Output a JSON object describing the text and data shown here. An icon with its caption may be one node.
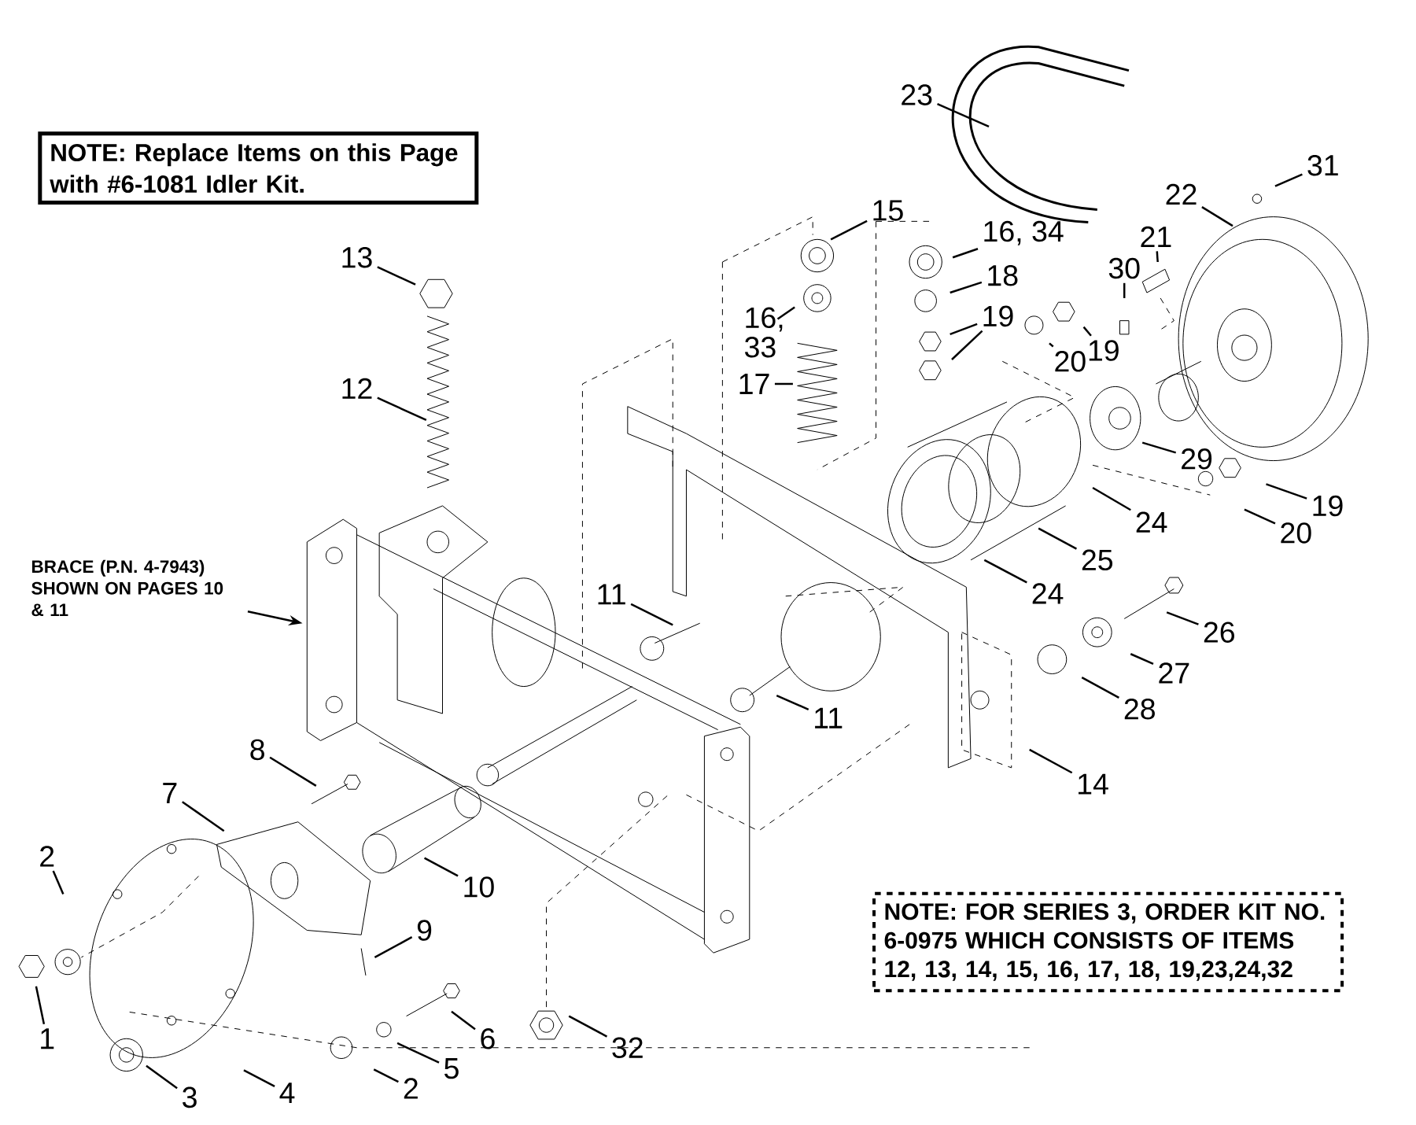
{
  "diagram": {
    "nodes": [
      {
        "text": [
          "NOTE: Replace Items on this Page with #6-1081 Idler Kit."
        ]
      },
      {
        "text": [
          "23"
        ]
      },
      {
        "text": [
          "31"
        ]
      },
      {
        "text": [
          "22"
        ]
      },
      {
        "text": [
          "15"
        ]
      },
      {
        "text": [
          "16, 34"
        ]
      },
      {
        "text": [
          "21"
        ]
      },
      {
        "text": [
          "13"
        ]
      },
      {
        "text": [
          "30"
        ]
      },
      {
        "text": [
          "18"
        ]
      },
      {
        "text": [
          "16, 33"
        ]
      },
      {
        "text": [
          "19"
        ]
      },
      {
        "text": [
          "20"
        ]
      },
      {
        "text": [
          "19"
        ]
      },
      {
        "text": [
          "17"
        ]
      },
      {
        "text": [
          "12"
        ]
      },
      {
        "text": [
          "29"
        ]
      },
      {
        "text": [
          "19"
        ]
      },
      {
        "text": [
          "24"
        ]
      },
      {
        "text": [
          "20"
        ]
      },
      {
        "text": [
          "25"
        ]
      },
      {
        "text": [
          "BRACE (P.N. 4-7943) SHOWN ON PAGES 10 & 11"
        ]
      },
      {
        "text": [
          "24"
        ]
      },
      {
        "text": [
          "11"
        ]
      },
      {
        "text": [
          "26"
        ]
      },
      {
        "text": [
          "27"
        ]
      },
      {
        "text": [
          "11"
        ]
      },
      {
        "text": [
          "28"
        ]
      },
      {
        "text": [
          "14"
        ]
      },
      {
        "text": [
          "8"
        ]
      },
      {
        "text": [
          "7"
        ]
      },
      {
        "text": [
          "2"
        ]
      },
      {
        "text": [
          "10"
        ]
      },
      {
        "text": [
          "NOTE: FOR SERIES 3, ORDER KIT NO. 6-0975 WHICH CONSISTS OF ITEMS 12, 13, 14, 15, 16, 17, 18, 19,23,24,32"
        ]
      },
      {
        "text": [
          "9"
        ]
      },
      {
        "text": [
          "1"
        ]
      },
      {
        "text": [
          "6"
        ]
      },
      {
        "text": [
          "32"
        ]
      },
      {
        "text": [
          "5"
        ]
      },
      {
        "text": [
          "2"
        ]
      },
      {
        "text": [
          "4"
        ]
      },
      {
        "text": [
          "3"
        ]
      }
    ],
    "edges": [
      {
        "from": 1,
        "to": null,
        "arrow": "none"
      },
      {
        "from": 2,
        "to": null,
        "arrow": "none"
      },
      {
        "from": 3,
        "to": null,
        "arrow": "none"
      },
      {
        "from": 4,
        "to": null,
        "arrow": "none"
      },
      {
        "from": 5,
        "to": null,
        "arrow": "none"
      },
      {
        "from": 6,
        "to": null,
        "arrow": "none"
      },
      {
        "from": 7,
        "to": null,
        "arrow": "none"
      },
      {
        "from": 8,
        "to": null,
        "arrow": "none"
      },
      {
        "from": 9,
        "to": null,
        "arrow": "none"
      },
      {
        "from": 10,
        "to": null,
        "arrow": "none"
      },
      {
        "from": 11,
        "to": null,
        "arrow": "none"
      },
      {
        "from": 11,
        "to": null,
        "arrow": "none"
      },
      {
        "from": 12,
        "to": null,
        "arrow": "none"
      },
      {
        "from": 13,
        "to": null,
        "arrow": "none"
      },
      {
        "from": 14,
        "to": null,
        "arrow": "none"
      },
      {
        "from": 15,
        "to": null,
        "arrow": "none"
      },
      {
        "from": 16,
        "to": null,
        "arrow": "none"
      },
      {
        "from": 17,
        "to": null,
        "arrow": "none"
      },
      {
        "from": 18,
        "to": null,
        "arrow": "none"
      },
      {
        "from": 19,
        "to": null,
        "arrow": "none"
      },
      {
        "from": 20,
        "to": null,
        "arrow": "none"
      },
      {
        "from": 21,
        "to": null,
        "arrow": "to"
      },
      {
        "from": 22,
        "to": null,
        "arrow": "none"
      },
      {
        "from": 23,
        "to": null,
        "arrow": "none"
      },
      {
        "from": 24,
        "to": null,
        "arrow": "none"
      },
      {
        "from": 25,
        "to": null,
        "arrow": "none"
      },
      {
        "from": 26,
        "to": null,
        "arrow": "none"
      },
      {
        "from": 27,
        "to": null,
        "arrow": "none"
      },
      {
        "from": 28,
        "to": null,
        "arrow": "none"
      },
      {
        "from": 29,
        "to": null,
        "arrow": "none"
      },
      {
        "from": 30,
        "to": null,
        "arrow": "none"
      },
      {
        "from": 31,
        "to": null,
        "arrow": "none"
      },
      {
        "from": 32,
        "to": null,
        "arrow": "none"
      },
      {
        "from": 34,
        "to": null,
        "arrow": "none"
      },
      {
        "from": 35,
        "to": null,
        "arrow": "none"
      },
      {
        "from": 36,
        "to": null,
        "arrow": "none"
      },
      {
        "from": 37,
        "to": null,
        "arrow": "none"
      },
      {
        "from": 38,
        "to": null,
        "arrow": "none"
      },
      {
        "from": 39,
        "to": null,
        "arrow": "none"
      },
      {
        "from": 40,
        "to": null,
        "arrow": "none"
      },
      {
        "from": 41,
        "to": null,
        "arrow": "none"
      }
    ]
  }
}
